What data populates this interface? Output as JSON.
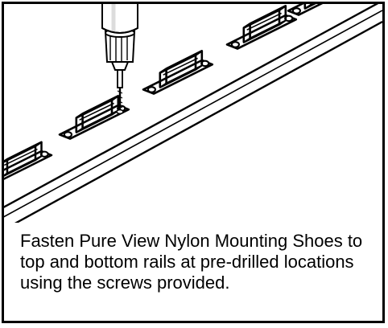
{
  "instruction": {
    "text": "Fasten Pure View Nylon Mounting Shoes to top and bottom rails at pre-drilled locations using the screws provided."
  },
  "illustration": {
    "items": [
      "rail",
      "mounting-shoe",
      "screw",
      "screwdriver"
    ],
    "stroke_color": "#000000",
    "fill_color": "#ffffff",
    "shade_color": "#dcdcdc"
  }
}
